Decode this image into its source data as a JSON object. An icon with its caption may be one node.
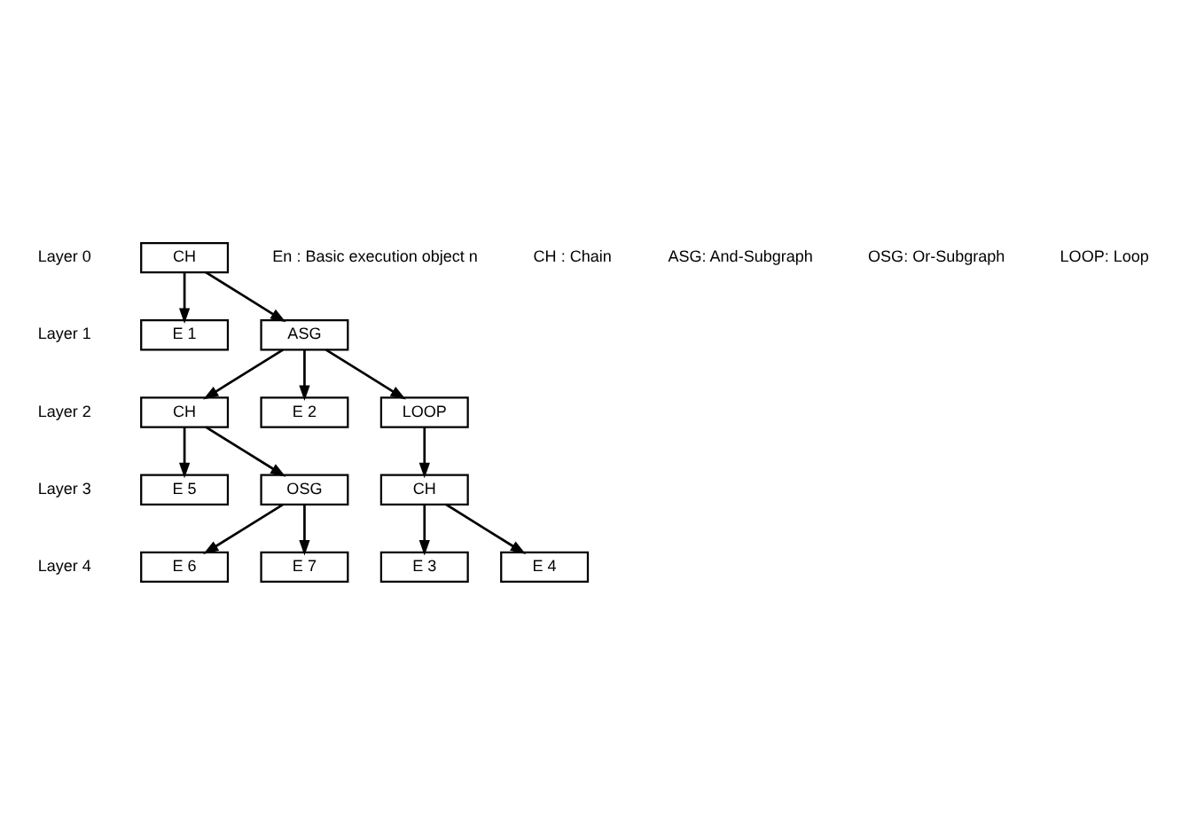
{
  "diagram": {
    "nodes": [
      {
        "text": [
          "CH"
        ]
      },
      {
        "text": [
          "E 1"
        ]
      },
      {
        "text": [
          "ASG"
        ]
      },
      {
        "text": [
          "E 2"
        ]
      },
      {
        "text": [
          "LOOP"
        ]
      },
      {
        "text": [
          "CH"
        ]
      },
      {
        "text": [
          "CH"
        ]
      },
      {
        "text": [
          "E 5"
        ]
      },
      {
        "text": [
          "OSG"
        ]
      },
      {
        "text": [
          "E 3"
        ]
      },
      {
        "text": [
          "E 4"
        ]
      },
      {
        "text": [
          "E 6"
        ]
      },
      {
        "text": [
          "E 7"
        ]
      }
    ],
    "edges": [
      {
        "from": 0,
        "to": 1,
        "arrow": "to"
      },
      {
        "from": 0,
        "to": 2,
        "arrow": "to"
      },
      {
        "from": 2,
        "to": 3,
        "arrow": "to"
      },
      {
        "from": 2,
        "to": 4,
        "arrow": "to"
      },
      {
        "from": 2,
        "to": 5,
        "arrow": "to"
      },
      {
        "from": 4,
        "to": 6,
        "arrow": "to"
      },
      {
        "from": 5,
        "to": 7,
        "arrow": "to"
      },
      {
        "from": 5,
        "to": 8,
        "arrow": "to"
      },
      {
        "from": 6,
        "to": 9,
        "arrow": "to"
      },
      {
        "from": 6,
        "to": 10,
        "arrow": "to"
      },
      {
        "from": 8,
        "to": 11,
        "arrow": "to"
      },
      {
        "from": 8,
        "to": 12,
        "arrow": "to"
      }
    ],
    "labels": [
      "Layer 0",
      "Layer 1",
      "Layer 2",
      "Layer 3",
      "Layer 4",
      "En : Basic execution object n",
      "CH : Chain",
      "ASG: And-Subgraph",
      "OSG: Or-Subgraph",
      "LOOP: Loop"
    ]
  }
}
